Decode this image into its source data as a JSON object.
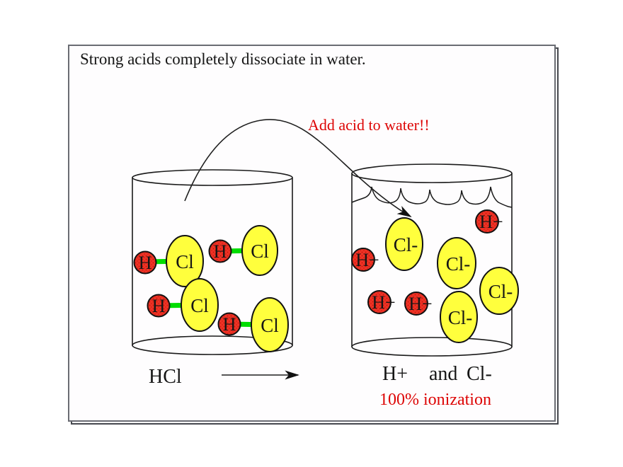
{
  "title": "Strong acids completely dissociate in water.",
  "annotations": {
    "add_acid": "Add acid to water!!",
    "ionization": "100% ionization"
  },
  "labels": {
    "h_atom": "H",
    "cl_atom": "Cl",
    "h_ion": "H+",
    "cl_ion": "Cl-"
  },
  "bottom": {
    "left_formula": "HCl",
    "right_h": "H+",
    "right_and": "and",
    "right_cl": "Cl-"
  },
  "colors": {
    "hydrogen_red": "#ee3226",
    "hydrogen_dot_red": "#c21807",
    "chloride_yellow": "#ffff3d",
    "bond_green": "#00dd00",
    "emphasis_red": "#dd0505",
    "outline_black": "#1a1a1a",
    "frame_gray": "#6a6c73"
  }
}
